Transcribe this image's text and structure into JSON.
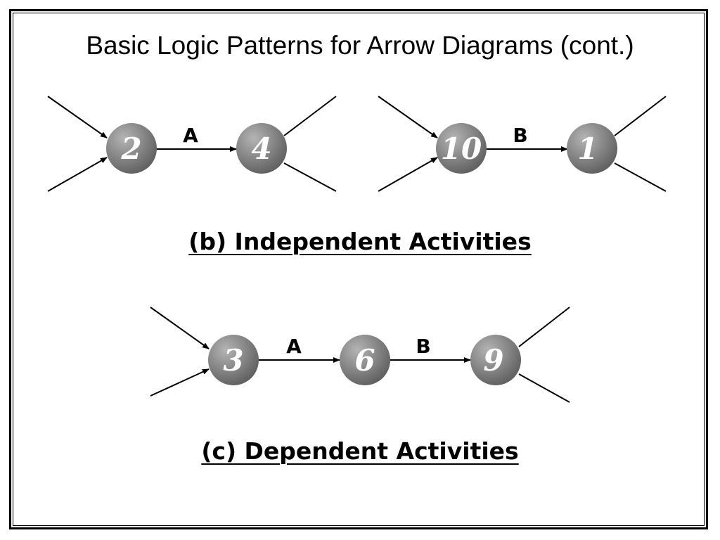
{
  "title": "Basic Logic Patterns for Arrow Diagrams (cont.)",
  "sections": [
    {
      "caption": "(b) Independent Activities",
      "nodes": [
        "2",
        "4",
        "10",
        "1"
      ],
      "activities": [
        "A",
        "B"
      ]
    },
    {
      "caption": "(c) Dependent Activities",
      "nodes": [
        "3",
        "6",
        "9"
      ],
      "activities": [
        "A",
        "B"
      ]
    }
  ],
  "colors": {
    "node_light": "#a0a0a0",
    "node_dark": "#6a6a6a",
    "line": "#000000",
    "background": "#ffffff"
  }
}
